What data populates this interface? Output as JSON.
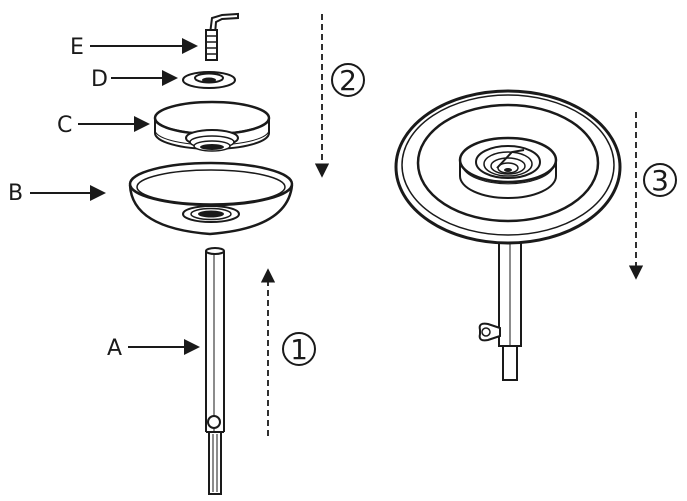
{
  "labels": {
    "a": "A",
    "b": "B",
    "c": "C",
    "d": "D",
    "e": "E"
  },
  "steps": {
    "one": "1",
    "two": "2",
    "three": "3"
  }
}
